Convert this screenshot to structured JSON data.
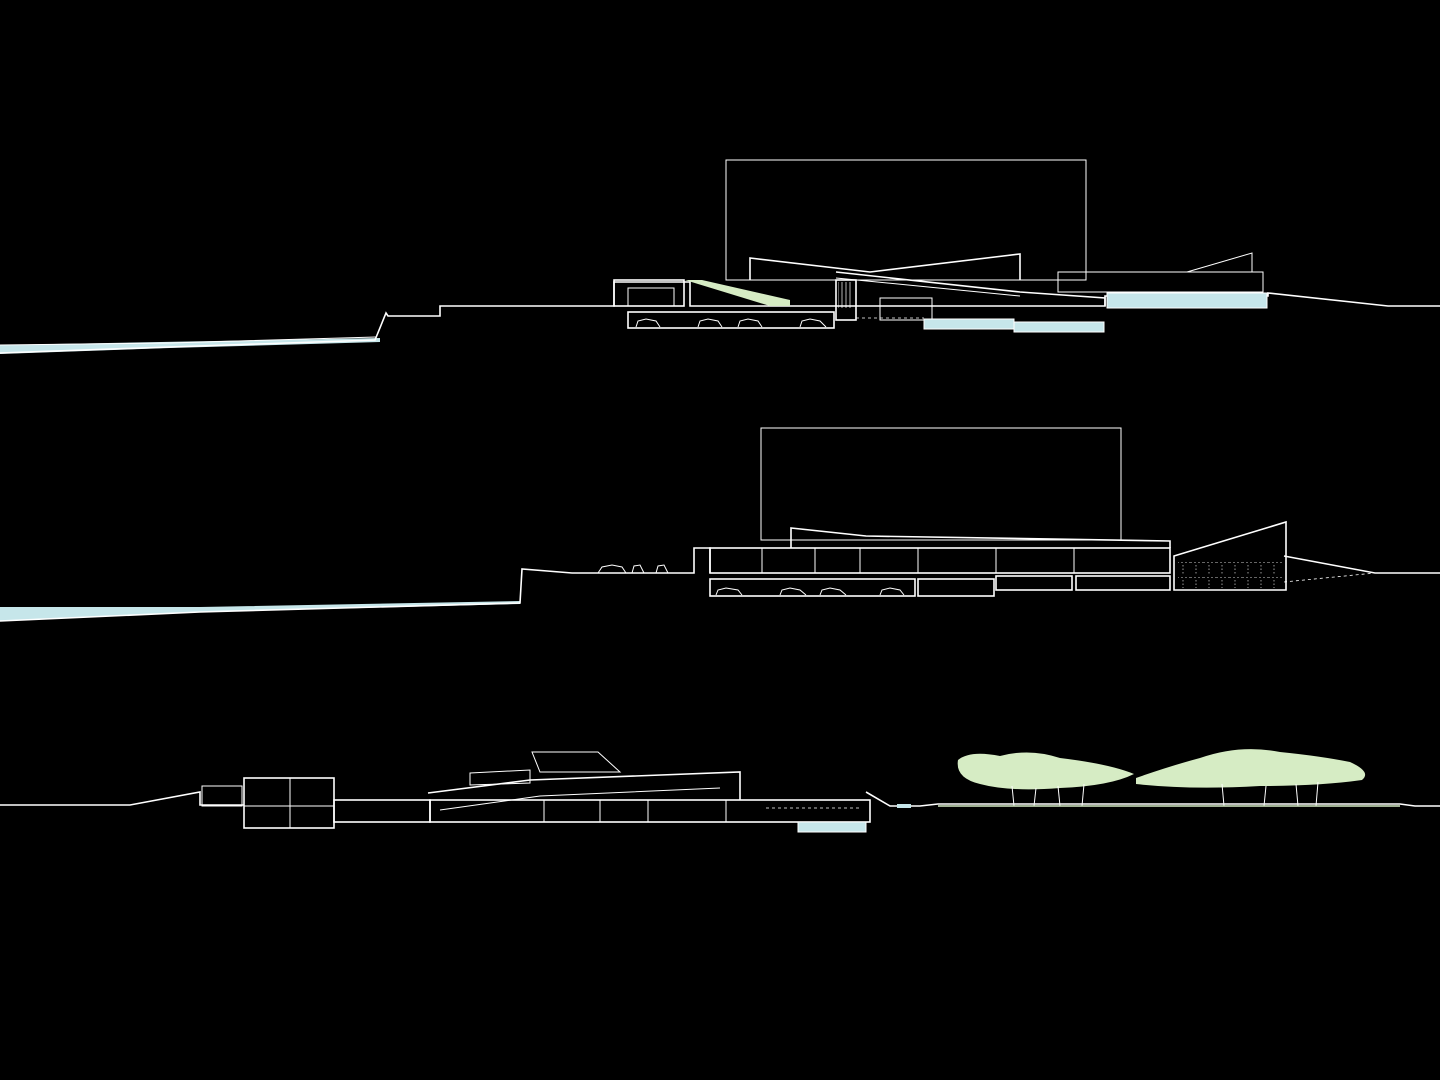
{
  "colors": {
    "background": "#000000",
    "line": "#ffffff",
    "water": "#c6e6ea",
    "vegetation": "#d6ecc4"
  },
  "sections": [
    {
      "id": "section-1",
      "elements": [
        "ground-line",
        "water-body",
        "tower-facade",
        "green-ramp",
        "parking-level",
        "pools"
      ]
    },
    {
      "id": "section-2",
      "elements": [
        "ground-line",
        "water-body",
        "tower-facade",
        "sloped-roof",
        "parking-level",
        "cars"
      ]
    },
    {
      "id": "section-3",
      "elements": [
        "ground-line",
        "low-buildings",
        "pitched-roof",
        "pool",
        "trees"
      ]
    }
  ],
  "icons": [
    "car-icon",
    "tree-icon"
  ]
}
